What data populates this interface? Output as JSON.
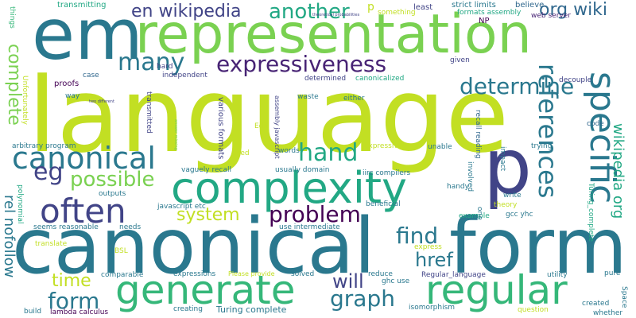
{
  "palette": {
    "yellow_green": "#c2df23",
    "green": "#7ad151",
    "teal_green": "#22a884",
    "teal": "#2a788e",
    "blue": "#414487",
    "purple": "#440154",
    "light_green": "#a0da39",
    "mint": "#35b779",
    "steel": "#31688e",
    "dark_purple": "#482475"
  },
  "words": {
    "language": "language",
    "canonical": "canonical",
    "form": "form",
    "representation": "representation",
    "em": "em",
    "p_big": "p",
    "complexity": "complexity",
    "generate": "generate",
    "regular": "regular",
    "specific": "specific",
    "often": "often",
    "canonical2": "canonical",
    "expressiveness": "expressiveness",
    "references": "references",
    "determine": "determine",
    "hand": "hand",
    "many": "many",
    "another": "another",
    "en_wikipedia": "en wikipedia",
    "org_wiki": "org wiki",
    "complete": "complete",
    "eg": "eg",
    "possible": "possible",
    "system": "system",
    "problem": "problem",
    "find": "find",
    "href": "href",
    "graph": "graph",
    "will": "will",
    "time": "time",
    "form2": "form",
    "rel_nofollow": "rel nofollow",
    "wikipedia_org": "wikipedia org",
    "transmitting": "transmitting",
    "theoretical": "theoretical probabilities",
    "p_small": "p",
    "least": "least",
    "strict_limits": "strict limits",
    "believe": "believe",
    "np": "NP",
    "formats_assembly": "formats assembly",
    "web_server": "web server",
    "something": "something",
    "things": "things",
    "case": "case",
    "hard": "hard",
    "independent": "independent",
    "assembly_js": "assembly javascript",
    "determined": "determined",
    "canonicalized": "canonicalized",
    "given": "given",
    "decouple": "decouple",
    "proofs": "proofs",
    "way": "way",
    "two_different": "two different",
    "transmitted": "transmitted",
    "waste": "waste",
    "either": "either",
    "recall_reading": "recall reading",
    "code": "code",
    "unfortunately": "Unfortunately",
    "edit": "Edit",
    "various_formats": "various formats",
    "expressive": "expressive",
    "unable": "unable",
    "trying": "trying",
    "arbitrary_program": "arbitrary program",
    "used": "used",
    "words": "words",
    "answer_missing": "answer missing",
    "vaguely_recall": "vaguely recall",
    "usually_domain": "usually domain",
    "iirc_compilers": "iirc compilers",
    "involved": "involved",
    "impact": "impact",
    "turing_complete_v": "Turing_complete",
    "handy": "handy",
    "outputs": "outputs",
    "polynomial": "polynomial",
    "javascript_etc": "javascript etc",
    "beneficial": "beneficial",
    "theory": "theory",
    "write": "write",
    "seems_reasonable": "seems reasonable",
    "needs": "needs",
    "use_intermediate": "use intermediate",
    "gcc_yhc": "gcc yhc",
    "example": "example",
    "one": "one",
    "translate": "translate",
    "express": "express",
    "bsl": "BSL",
    "reduce": "reduce",
    "comparable": "comparable",
    "expressions": "expressions",
    "please_provide": "Please provide",
    "solved": "solved",
    "regular_language": "Regular_language",
    "utility": "utility",
    "pure": "pure",
    "ghc_use": "ghc use",
    "build": "build",
    "lambda_calculus": "lambda calculus",
    "creating": "creating",
    "turing_complete": "Turing complete",
    "isomorphism": "isomorphism",
    "question": "question",
    "created": "created",
    "whether": "whether",
    "space": "Space"
  }
}
